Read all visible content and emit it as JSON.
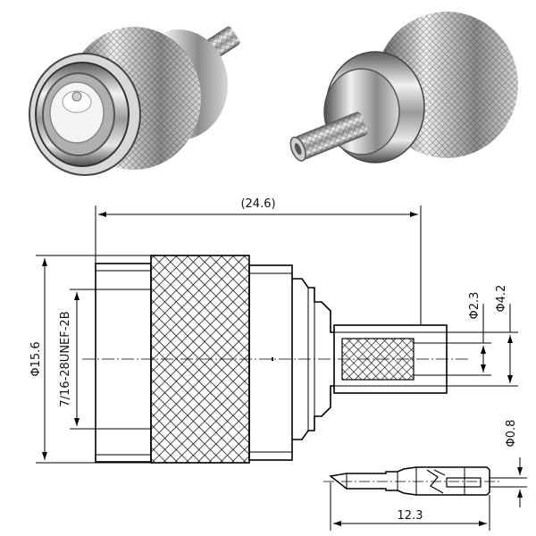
{
  "dimensions": {
    "overall_length": "(24.6)",
    "body_diameter": "Φ15.6",
    "thread": "7/16-28UNEF-2B",
    "crimp_inner_diameter": "Φ2.3",
    "crimp_outer_diameter": "Φ4.2",
    "pin_diameter": "Φ0.8",
    "pin_length": "12.3"
  },
  "colors": {
    "line": "#000000",
    "metal_light": "#e4e4e4",
    "metal_dark": "#5a5a5a",
    "insulator": "#f4f4f4"
  }
}
